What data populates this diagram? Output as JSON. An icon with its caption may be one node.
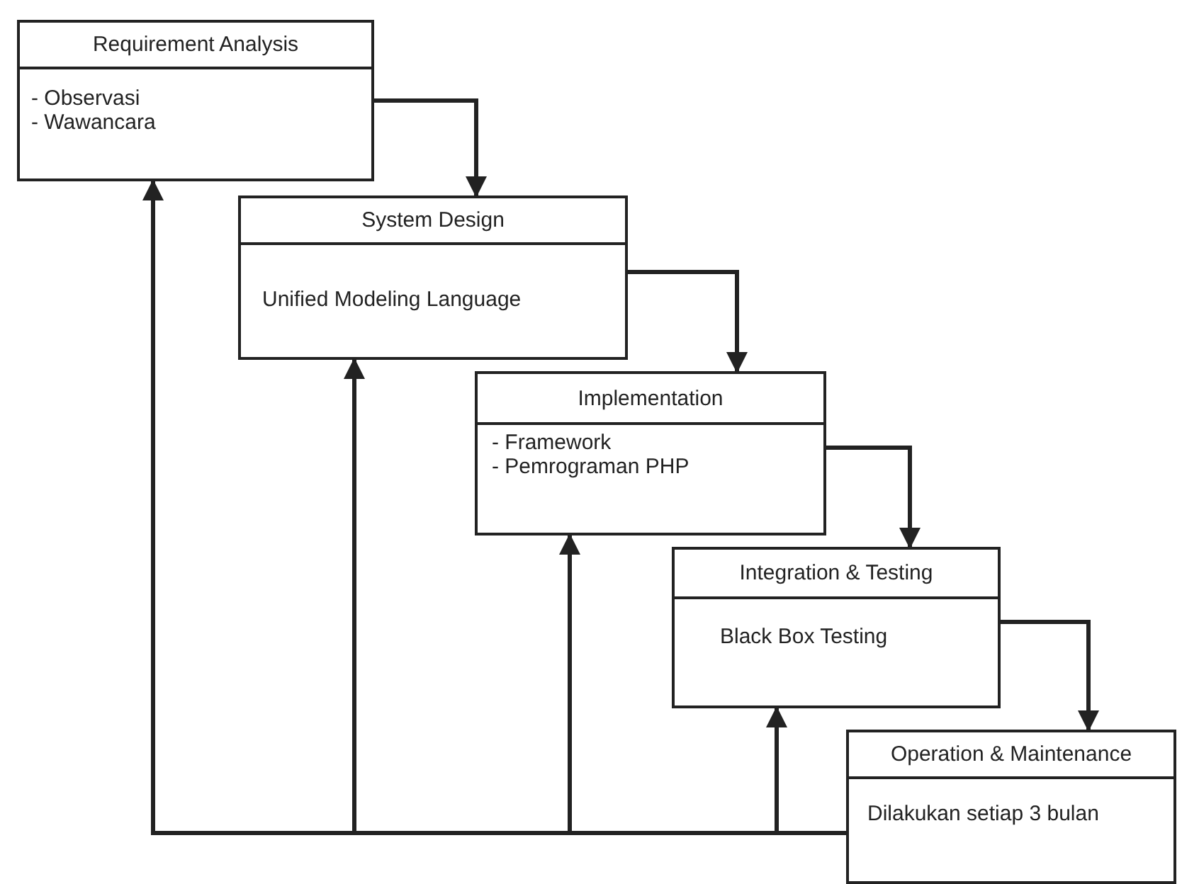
{
  "diagram": {
    "nodes": [
      {
        "text": [
          "Requirement Analysis",
          "- Observasi",
          "- Wawancara"
        ]
      },
      {
        "text": [
          "System Design",
          "Unified Modeling Language"
        ]
      },
      {
        "text": [
          "Implementation",
          "- Framework",
          "- Pemrograman PHP"
        ]
      },
      {
        "text": [
          "Integration & Testing",
          "Black Box Testing"
        ]
      },
      {
        "text": [
          "Operation & Maintenance",
          "Dilakukan setiap 3 bulan"
        ]
      }
    ],
    "edges": [
      {
        "from": 0,
        "to": 1,
        "arrow": "to"
      },
      {
        "from": 1,
        "to": 2,
        "arrow": "to"
      },
      {
        "from": 2,
        "to": 3,
        "arrow": "to"
      },
      {
        "from": 3,
        "to": 4,
        "arrow": "to"
      },
      {
        "from": 4,
        "to": 0,
        "arrow": "to"
      },
      {
        "from": 4,
        "to": 1,
        "arrow": "to"
      },
      {
        "from": 4,
        "to": 2,
        "arrow": "to"
      },
      {
        "from": 4,
        "to": 3,
        "arrow": "to"
      }
    ]
  }
}
